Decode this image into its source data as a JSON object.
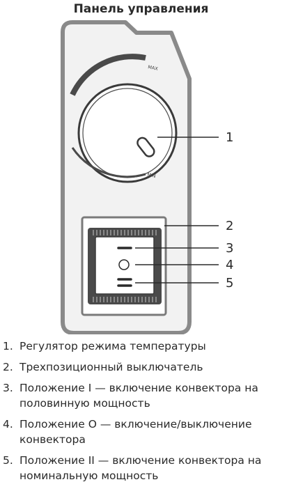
{
  "title": "Панель управления",
  "scale": {
    "max_label": "MAX",
    "min_label": "MIN"
  },
  "callouts": [
    "1",
    "2",
    "3",
    "4",
    "5"
  ],
  "legend": [
    {
      "num": "1.",
      "text": "Регулятор режима температуры"
    },
    {
      "num": "2.",
      "text": "Трехпозиционный выключатель"
    },
    {
      "num": "3.",
      "text": "Положение I — включение конвектора на половинную мощность"
    },
    {
      "num": "4.",
      "text": "Положение O — включение/выключение конвектора"
    },
    {
      "num": "5.",
      "text": "Положение II — включение конвектора на номинальную мощность"
    }
  ],
  "colors": {
    "panel_border": "#8a8a8a",
    "panel_fill": "#f2f2f2",
    "dark": "#4a4a4a",
    "line": "#2a2a2a"
  }
}
